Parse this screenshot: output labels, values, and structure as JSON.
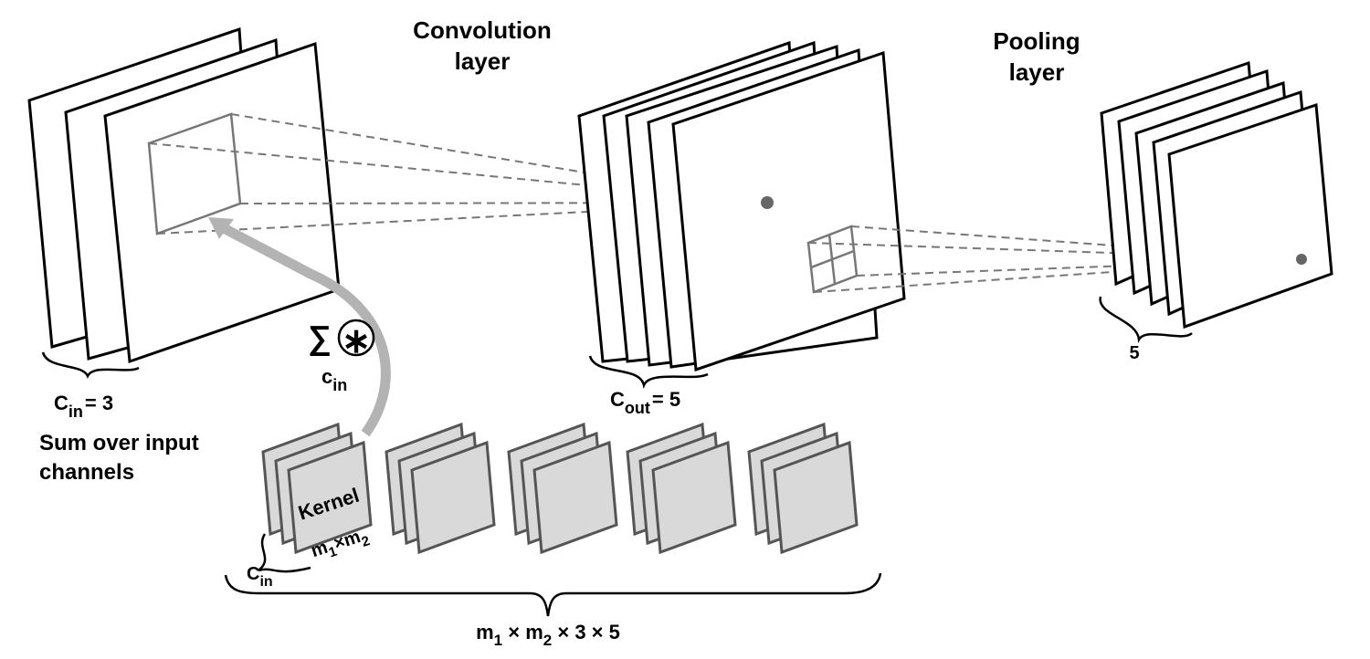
{
  "titles": {
    "convolution_line1": "Convolution",
    "convolution_line2": "layer",
    "pooling_line1": "Pooling",
    "pooling_line2": "layer"
  },
  "input": {
    "channels_label_main": "C",
    "channels_label_sub": "in",
    "channels_label_value": "= 3",
    "num_feature_maps": 3,
    "caption_line1": "Sum over input",
    "caption_line2": "channels"
  },
  "operator": {
    "sum_symbol": "∑",
    "convolution_symbol": "∗",
    "index_main": "c",
    "index_sub": "in"
  },
  "convolution_output": {
    "channels_label_main": "C",
    "channels_label_sub": "out",
    "channels_label_value": "= 5",
    "num_feature_maps": 5
  },
  "pooling_output": {
    "channels_label": "5",
    "num_feature_maps": 5
  },
  "kernels": {
    "num_groups": 5,
    "maps_per_group": 3,
    "kernel_label": "Kernel",
    "kernel_size_m1": "m",
    "kernel_size_sub1": "1",
    "kernel_size_times": "×",
    "kernel_size_m2": "m",
    "kernel_size_sub2": "2",
    "group_depth_main": "C",
    "group_depth_sub": "in",
    "total_label_parts": [
      "m",
      "1",
      " × m",
      "2",
      " × 3 × 5"
    ]
  },
  "colors": {
    "frame_stroke": "#000000",
    "kernel_fill": "#d9d9d9",
    "kernel_stroke": "#555555",
    "dashed_line": "#777777",
    "arrow": "#b3b3b3",
    "dot": "#666666"
  }
}
